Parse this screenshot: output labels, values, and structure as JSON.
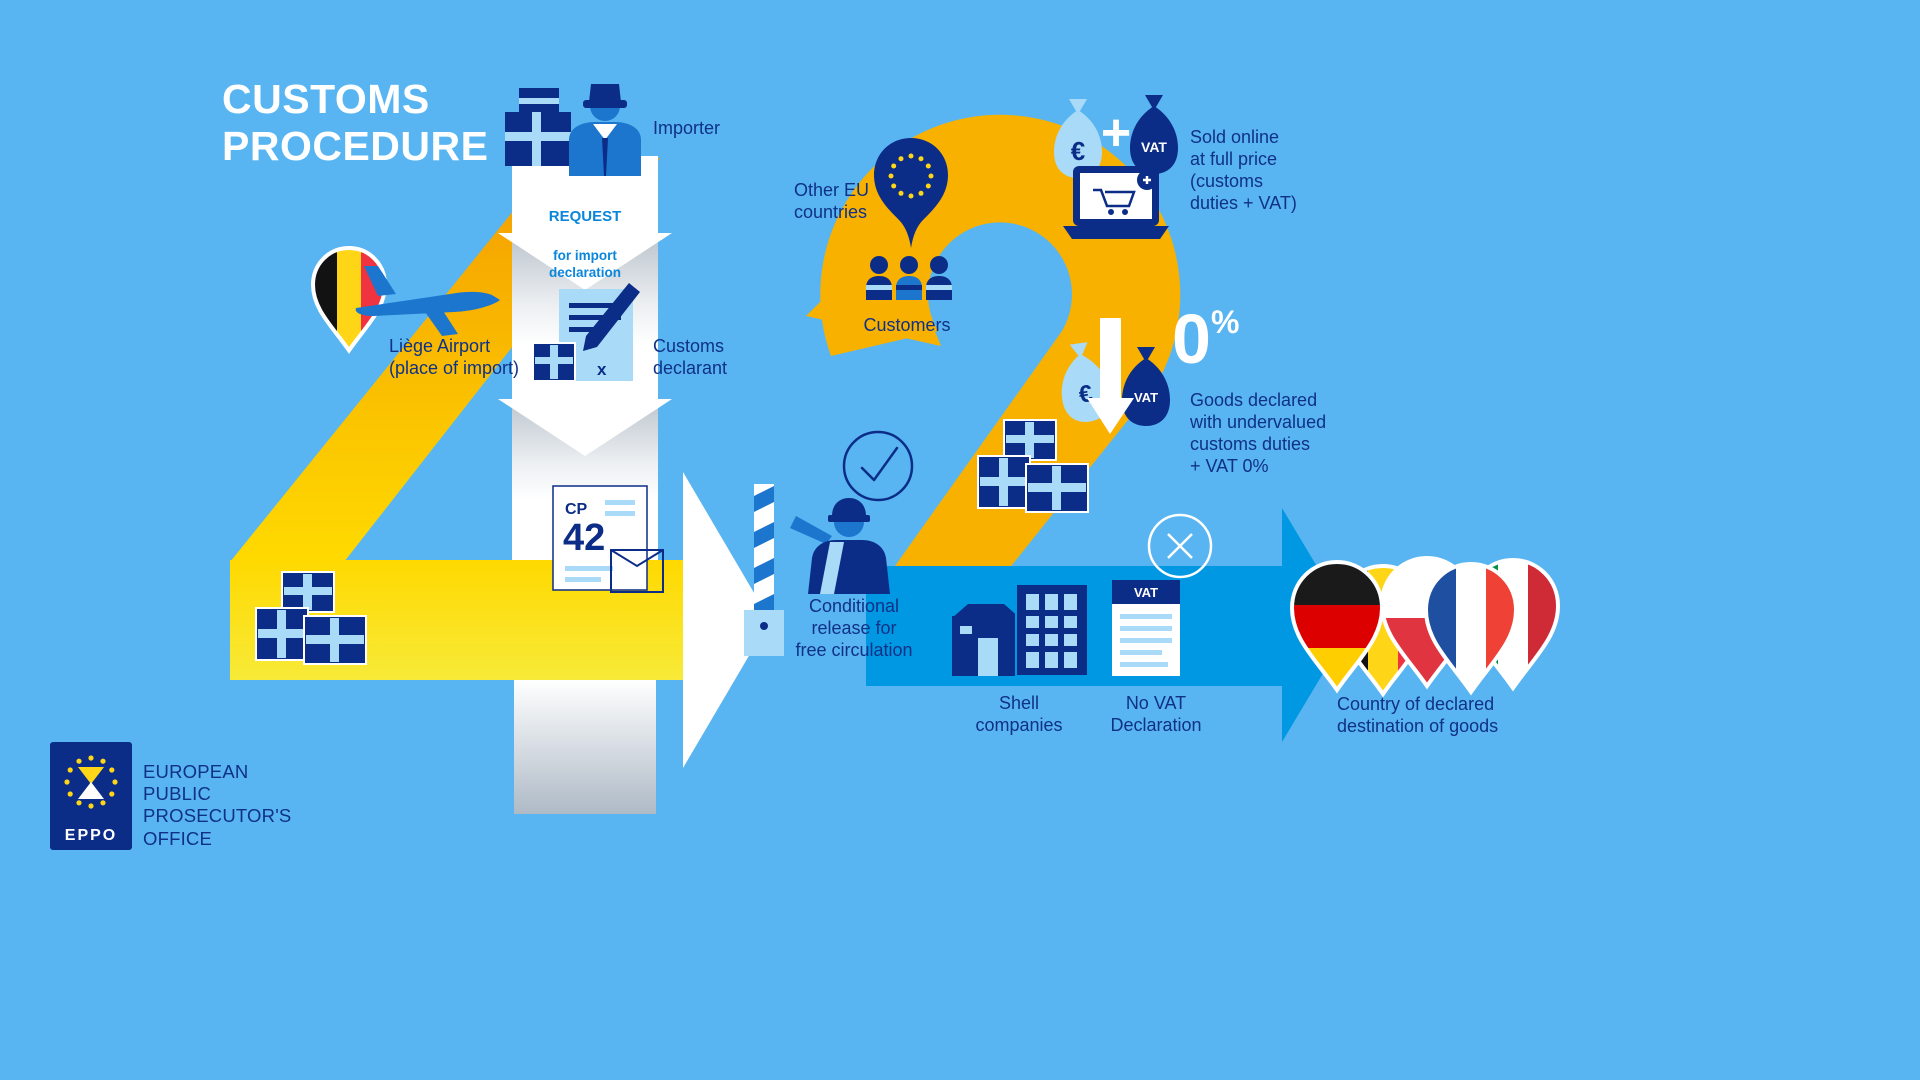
{
  "title": "CUSTOMS\nPROCEDURE",
  "colors": {
    "background": "#59B5F1",
    "navy": "#0B2D87",
    "medium_blue": "#1C76CE",
    "light_blue": "#A9DAF8",
    "orange": "#F9B100",
    "yellow": "#FFD900",
    "arrow_blue": "#0098E2",
    "star_yellow": "#FFD617",
    "white": "#FFFFFF"
  },
  "labels": {
    "importer": "Importer",
    "request_title": "REQUEST",
    "request_sub": "for import\ndeclaration",
    "liege_airport": "Liège Airport\n(place of import)",
    "customs_declarant": "Customs\ndeclarant",
    "conditional_release": "Conditional\nrelease for\nfree circulation",
    "other_eu_countries": "Other EU\ncountries",
    "customers": "Customers",
    "sold_online": "Sold online\nat full price\n(customs\nduties + VAT)",
    "goods_declared": "Goods declared\nwith undervalued\ncustoms duties\n+ VAT 0%",
    "shell_companies": "Shell\ncompanies",
    "no_vat_declaration": "No VAT\nDeclaration",
    "country_destination": "Country of declared\ndestination of goods"
  },
  "symbols": {
    "euro": "€",
    "vat": "VAT",
    "plus": "+",
    "zero": "0",
    "percent": "%",
    "cp": "CP",
    "procedure_number": "42",
    "x_mark": "x"
  },
  "footer": {
    "eppo": "EPPO",
    "org_name": "EUROPEAN\nPUBLIC\nPROSECUTOR'S\nOFFICE"
  }
}
